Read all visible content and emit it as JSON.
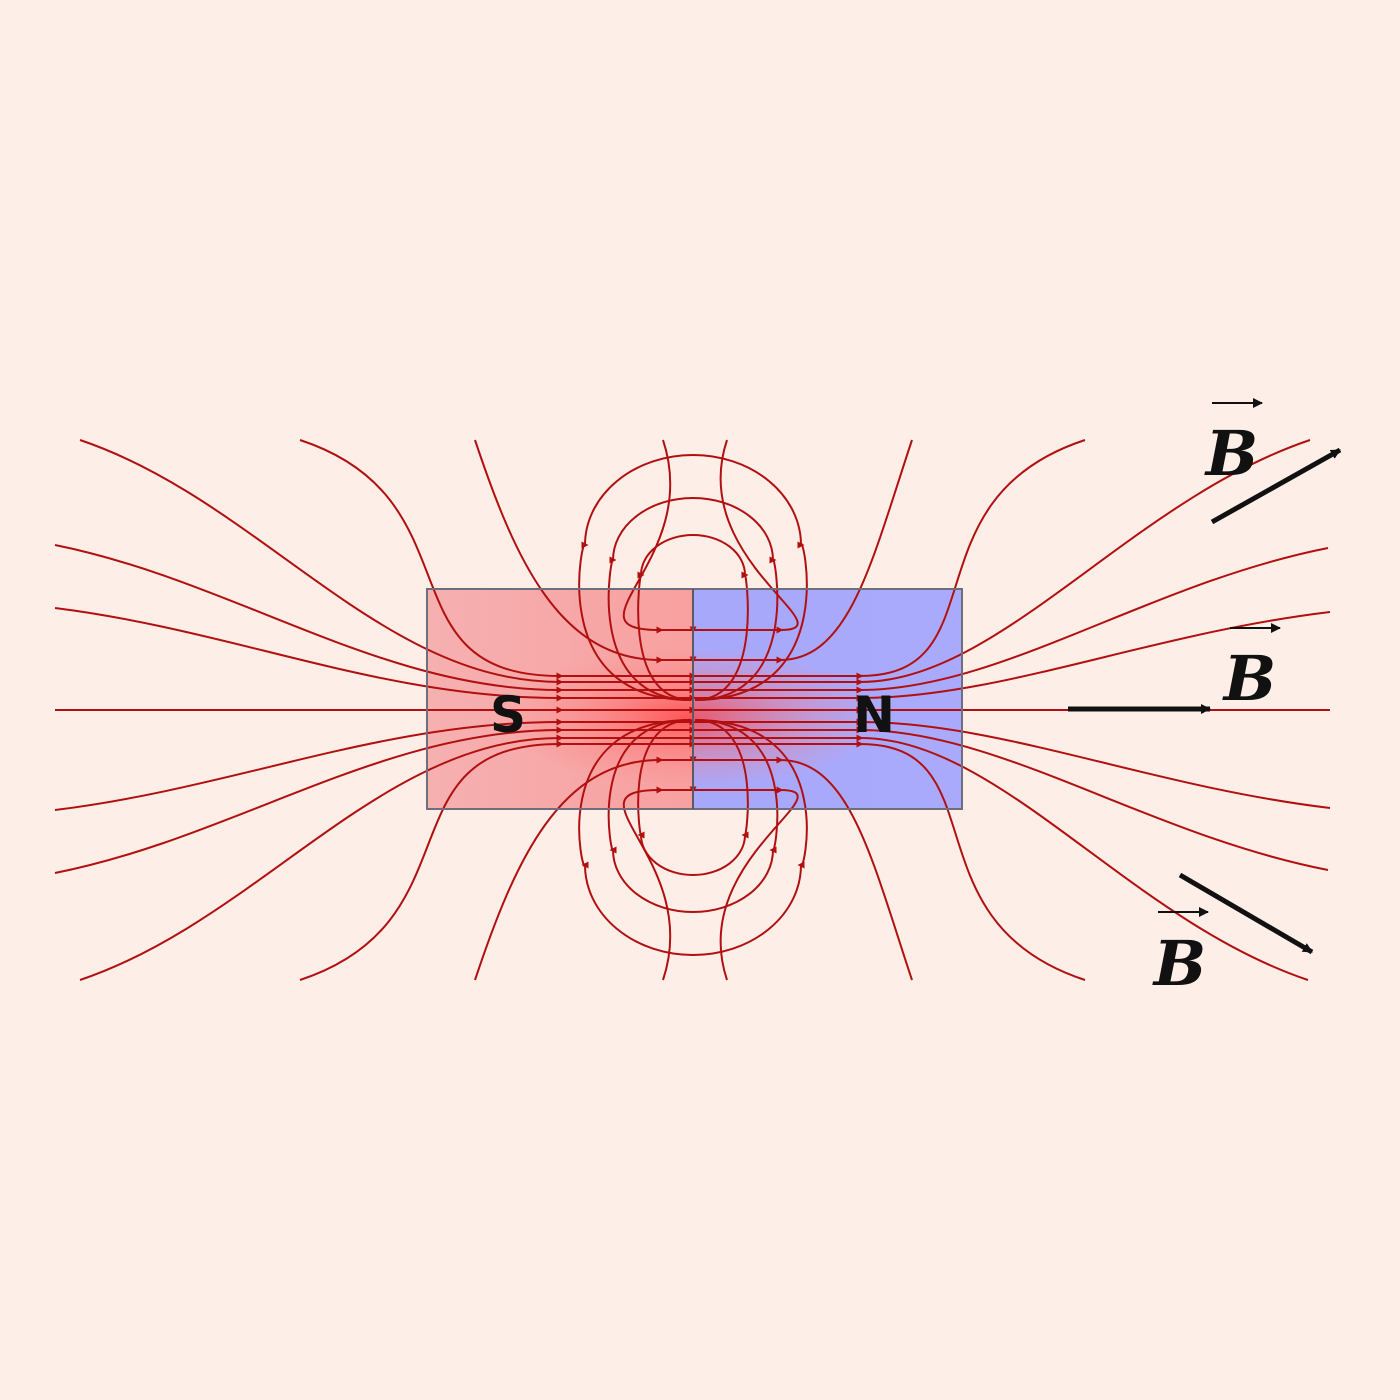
{
  "magnet": {
    "south_label": "S",
    "north_label": "N",
    "south_color": "#f6b0b0",
    "north_color": "#a9a9fb",
    "border_color": "#6e6e7e"
  },
  "field": {
    "line_color": "#b21010",
    "core_color": "#ff5050"
  },
  "vectors": [
    {
      "label": "B",
      "direction": "up-right"
    },
    {
      "label": "B",
      "direction": "right"
    },
    {
      "label": "B",
      "direction": "down-right"
    }
  ],
  "colors": {
    "background": "#fdeee8",
    "vector": "#111111"
  }
}
